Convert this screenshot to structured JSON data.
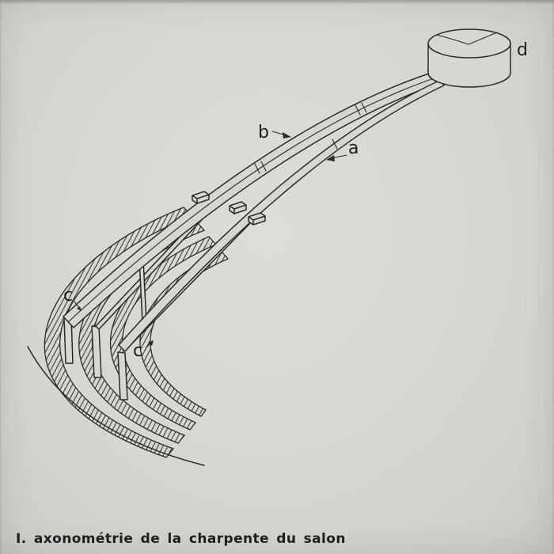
{
  "figure": {
    "caption": "I. axonométrie de la charpente du salon",
    "labels": {
      "a": "a",
      "b": "b",
      "c_upper": "c",
      "c_lower": "c",
      "d": "d"
    },
    "elements": {
      "a_meaning": "main curved beam",
      "b_meaning": "upper curved beam",
      "c_meaning": "vertical posts",
      "d_meaning": "cylindrical drum"
    }
  },
  "colors": {
    "paper": "#d7d6d2",
    "ink": "#2b2a27"
  }
}
